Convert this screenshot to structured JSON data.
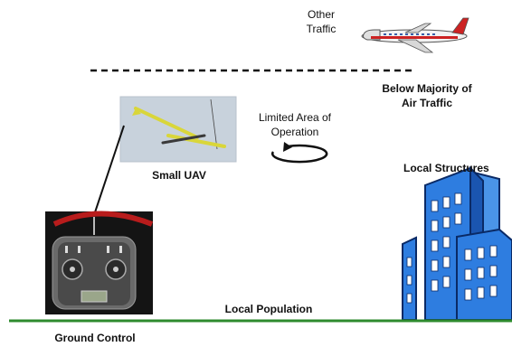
{
  "labels": {
    "other_traffic": "Other\nTraffic",
    "below_majority": "Below Majority of\nAir Traffic",
    "limited_area": "Limited Area of\nOperation",
    "small_uav": "Small UAV",
    "local_structures": "Local Structures",
    "local_population": "Local Population",
    "ground_control": "Ground Control"
  },
  "colors": {
    "ground_line": "#2e8b2e",
    "building_blue": "#2e7de0",
    "building_window": "#ffffff",
    "airplane_stripe": "#cc2222",
    "uav_yellow": "#e8e23a"
  }
}
